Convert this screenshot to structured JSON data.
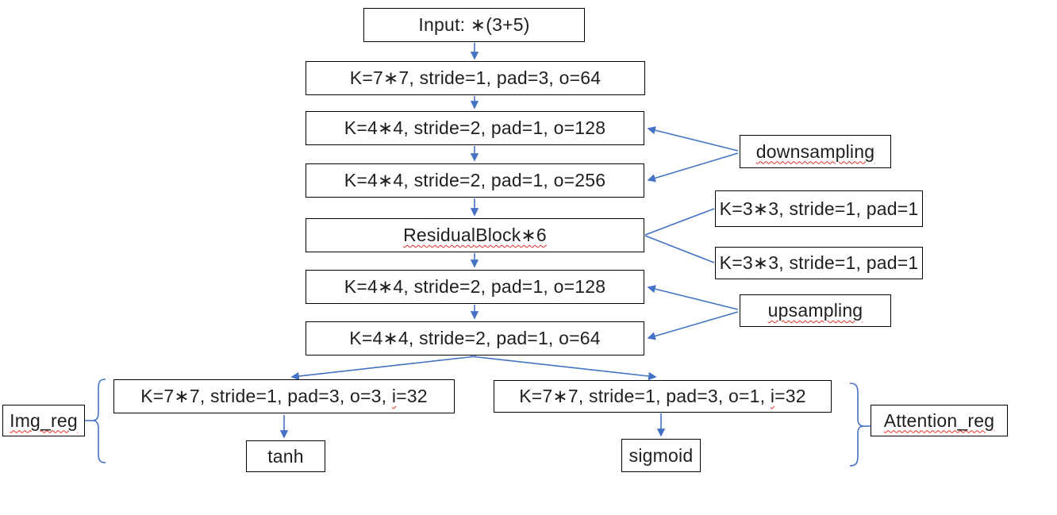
{
  "colors": {
    "connector_blue": "#4472C4",
    "box_border": "#000000",
    "text": "#1f1f1f",
    "spellcheck_red": "#E02B20",
    "background": "#FFFFFF"
  },
  "main_column": {
    "input": "Input: ∗(3+5)",
    "conv_in": "K=7∗7, stride=1, pad=3, o=64",
    "down_1": "K=4∗4, stride=2, pad=1, o=128",
    "down_2": "K=4∗4, stride=2, pad=1, o=256",
    "residual": "ResidualBlock∗6",
    "up_1": "K=4∗4, stride=2, pad=1, o=128",
    "up_2": "K=4∗4, stride=2, pad=1, o=64"
  },
  "side_annotations": {
    "downsampling": "downsampling",
    "residual_conv_1": "K=3∗3, stride=1, pad=1",
    "residual_conv_2": "K=3∗3, stride=1, pad=1",
    "upsampling": "upsampling"
  },
  "image_branch": {
    "conv": {
      "pre": "K=7∗7, stride=1, pad=3, o=3, ",
      "typo": "i",
      "post": "=32"
    },
    "activation": "tanh",
    "label": "Img_reg"
  },
  "attention_branch": {
    "conv": {
      "pre": "K=7∗7, stride=1, pad=3, o=1, ",
      "typo": "i",
      "post": "=32"
    },
    "activation": "sigmoid",
    "label": "Attention_reg"
  }
}
